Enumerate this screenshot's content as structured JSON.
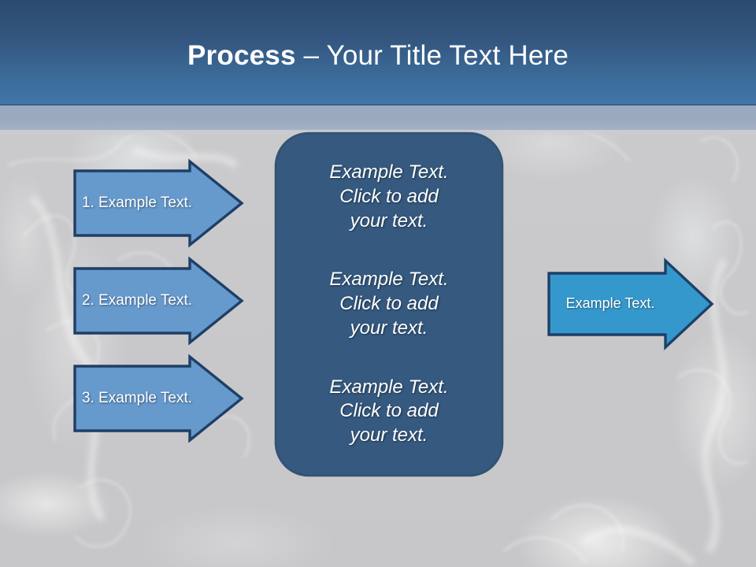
{
  "slide": {
    "header": {
      "title_bold": "Process",
      "title_dash": " – ",
      "title_rest": "Your Title Text Here",
      "gradient_top": "#2c4a6e",
      "gradient_bottom": "#4176a8",
      "band_color": "#98a8be"
    },
    "background": {
      "base_color": "#c9c9cb",
      "texture": "smoke-wisps"
    },
    "steps": [
      {
        "label": "1. Example Text.",
        "fill": "#6699cc",
        "stroke": "#1f3f66"
      },
      {
        "label": "2. Example Text.",
        "fill": "#6699cc",
        "stroke": "#1f3f66"
      },
      {
        "label": "3. Example Text.",
        "fill": "#6699cc",
        "stroke": "#1f3f66"
      }
    ],
    "center_panel": {
      "fill": "#35597f",
      "stroke": "#2b4a6b",
      "blocks": [
        "Example Text.\nClick  to add\nyour text.",
        "Example Text.\nClick  to add\nyour text.",
        "Example Text.\nClick  to add\nyour text."
      ]
    },
    "result_arrow": {
      "label": "Example Text.",
      "fill": "#3498cc",
      "stroke": "#1f3f66"
    }
  }
}
